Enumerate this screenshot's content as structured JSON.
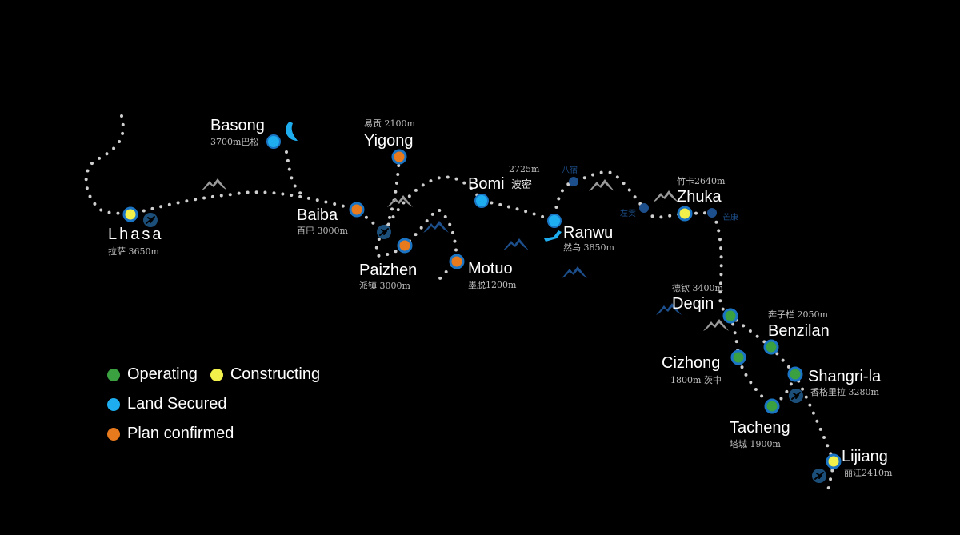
{
  "colors": {
    "operating": "#3aa040",
    "constructing": "#f2f04a",
    "land_secured": "#1eaef0",
    "plan_confirmed": "#e87a1e",
    "ring": "#1b75c4",
    "route": "#cfcfcf",
    "mountain_grey": "#9a9a9a",
    "mountain_blue": "#1d4f8c"
  },
  "stations": {
    "lhasa": {
      "name": "Lhasa",
      "info": "拉萨 3650m",
      "status": "constructing"
    },
    "basong": {
      "name": "Basong",
      "info": "3700m巴松",
      "status": "land_secured"
    },
    "yigong": {
      "name": "Yigong",
      "info": "易贡 2100m",
      "status": "plan_confirmed"
    },
    "baiba": {
      "name": "Baiba",
      "info": "百巴 3000m",
      "status": "plan_confirmed"
    },
    "paizhen": {
      "name": "Paizhen",
      "info": "派镇 3000m",
      "status": "plan_confirmed"
    },
    "motuo": {
      "name": "Motuo",
      "info": "墨脱1200m",
      "status": "plan_confirmed"
    },
    "bomi": {
      "name": "Bomi",
      "cn": "波密",
      "alt": "2725m",
      "status": "land_secured"
    },
    "ranwu": {
      "name": "Ranwu",
      "info": "然乌 3850m",
      "status": "land_secured"
    },
    "zhuka": {
      "name": "Zhuka",
      "info": "竹卡2640m",
      "status": "constructing"
    },
    "deqin": {
      "name": "Deqin",
      "info": "德钦 3400m",
      "status": "operating"
    },
    "benzilan": {
      "name": "Benzilan",
      "info": "奔子栏 2050m",
      "status": "operating"
    },
    "cizhong": {
      "name": "Cizhong",
      "info": "1800m 茨中",
      "status": "operating"
    },
    "shangrila": {
      "name": "Shangri-la",
      "info": "香格里拉 3280m",
      "status": "operating"
    },
    "tacheng": {
      "name": "Tacheng",
      "info": "塔城 1900m",
      "status": "operating"
    },
    "lijiang": {
      "name": "Lijiang",
      "info": "丽江2410m",
      "status": "constructing"
    }
  },
  "towns": {
    "basu": "八宿",
    "zuogong": "左贡",
    "mangkang": "芒康"
  },
  "legend": {
    "operating": "Operating",
    "constructing": "Constructing",
    "land_secured": "Land Secured",
    "plan_confirmed": "Plan confirmed"
  }
}
